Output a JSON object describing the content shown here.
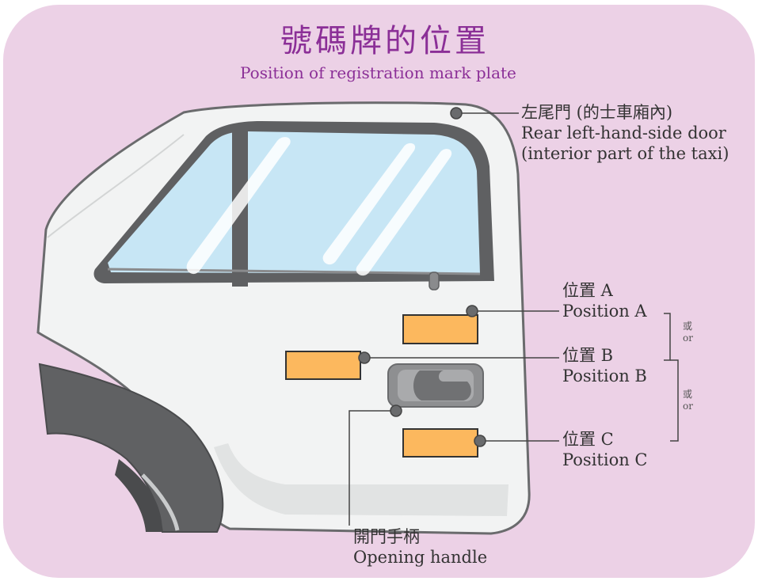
{
  "title_cn": "號碼牌的位置",
  "title_en": "Position of registration mark plate",
  "callouts": {
    "door_cn": "左尾門 (的士車廂內)",
    "door_en_1": "Rear left-hand-side door",
    "door_en_2": "(interior part of the taxi)",
    "pos_a_cn": "位置 A",
    "pos_a_en": "Position A",
    "pos_b_cn": "位置 B",
    "pos_b_en": "Position B",
    "pos_c_cn": "位置 C",
    "pos_c_en": "Position C",
    "handle_cn": "開門手柄",
    "handle_en": "Opening handle",
    "or_cn": "或",
    "or_en": "or"
  },
  "colors": {
    "background": "#ecd1e6",
    "title": "#8b2f97",
    "plate": "#fcb85e",
    "glass": "#c7e6f5",
    "door": "#f3f4f4"
  }
}
